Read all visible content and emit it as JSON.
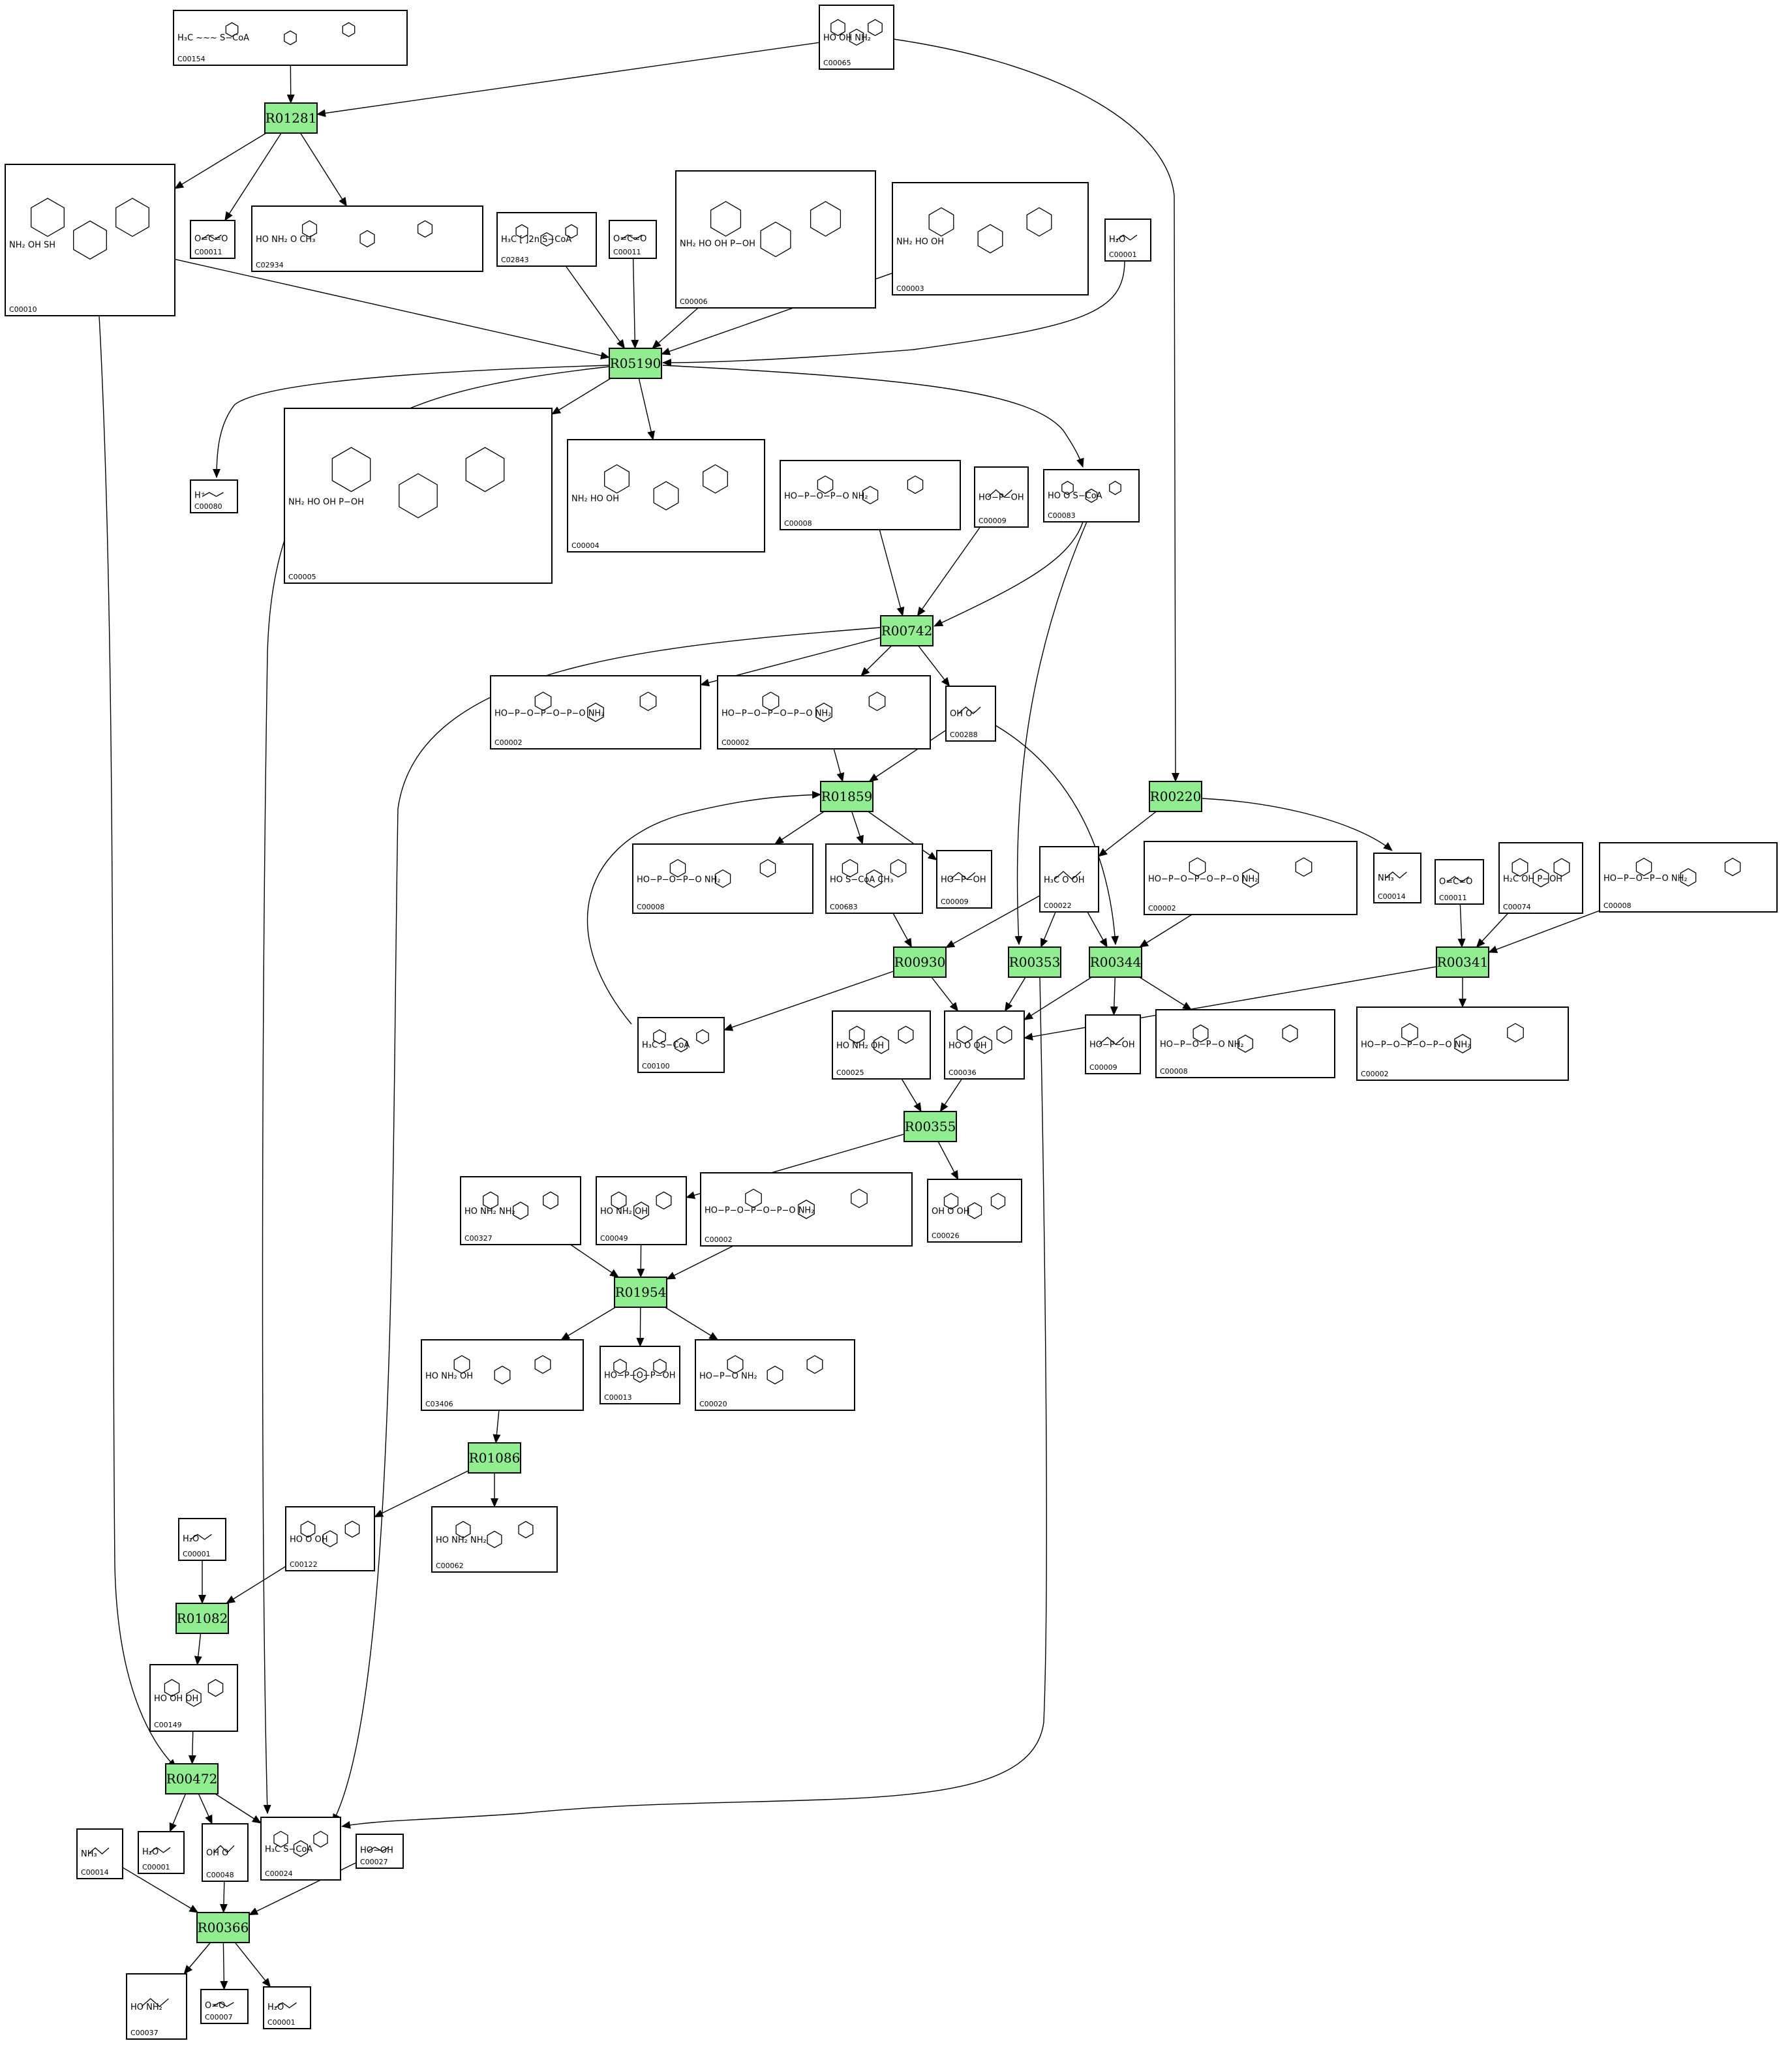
{
  "reactions": [
    {
      "id": "r01281",
      "label": "R01281"
    },
    {
      "id": "r05190",
      "label": "R05190"
    },
    {
      "id": "r00742",
      "label": "R00742"
    },
    {
      "id": "r01859",
      "label": "R01859"
    },
    {
      "id": "r00220",
      "label": "R00220"
    },
    {
      "id": "r00930",
      "label": "R00930"
    },
    {
      "id": "r00353",
      "label": "R00353"
    },
    {
      "id": "r00344",
      "label": "R00344"
    },
    {
      "id": "r00341",
      "label": "R00341"
    },
    {
      "id": "r00355",
      "label": "R00355"
    },
    {
      "id": "r01954",
      "label": "R01954"
    },
    {
      "id": "r01086",
      "label": "R01086"
    },
    {
      "id": "r01082",
      "label": "R01082"
    },
    {
      "id": "r00472",
      "label": "R00472"
    },
    {
      "id": "r00366",
      "label": "R00366"
    }
  ],
  "compounds": [
    {
      "id": "c00154",
      "label": "C00154",
      "text": "H₃C ~~~ S−CoA"
    },
    {
      "id": "c00065",
      "label": "C00065",
      "text": "HO  OH  NH₂"
    },
    {
      "id": "c00010",
      "label": "C00010",
      "text": "NH₂  OH  SH"
    },
    {
      "id": "c00011a",
      "label": "C00011",
      "text": "O=C=O"
    },
    {
      "id": "c02934",
      "label": "C02934",
      "text": "HO  NH₂  O  CH₃"
    },
    {
      "id": "c02843",
      "label": "C02843",
      "text": "H₃C [ ]2n S−CoA"
    },
    {
      "id": "c00011b",
      "label": "C00011",
      "text": "O=C=O"
    },
    {
      "id": "c00006",
      "label": "C00006",
      "text": "NH₂  HO  OH  P−OH"
    },
    {
      "id": "c00003a",
      "label": "C00003",
      "text": "NH₂  HO  OH"
    },
    {
      "id": "c00001a",
      "label": "C00001",
      "text": "H₂O"
    },
    {
      "id": "c00080",
      "label": "C00080",
      "text": "H⁺"
    },
    {
      "id": "c00005",
      "label": "C00005",
      "text": "NH₂  HO  OH  P−OH"
    },
    {
      "id": "c00004",
      "label": "C00004",
      "text": "NH₂  HO  OH"
    },
    {
      "id": "c00008a",
      "label": "C00008",
      "text": "HO−P−O−P−O  NH₂"
    },
    {
      "id": "c00009a",
      "label": "C00009",
      "text": "HO−P−OH"
    },
    {
      "id": "c00083",
      "label": "C00083",
      "text": "HO  O  S−CoA"
    },
    {
      "id": "c00002a",
      "label": "C00002",
      "text": "HO−P−O−P−O−P−O  NH₂"
    },
    {
      "id": "c00002b",
      "label": "C00002",
      "text": "HO−P−O−P−O−P−O  NH₂"
    },
    {
      "id": "c00288",
      "label": "C00288",
      "text": "OH  O⁻"
    },
    {
      "id": "c00008b",
      "label": "C00008",
      "text": "HO−P−O−P−O  NH₂"
    },
    {
      "id": "c00683",
      "label": "C00683",
      "text": "HO  S−CoA  CH₃"
    },
    {
      "id": "c00009b",
      "label": "C00009",
      "text": "HO−P−OH"
    },
    {
      "id": "c00022",
      "label": "C00022",
      "text": "H₃C  O  OH"
    },
    {
      "id": "c00002c",
      "label": "C00002",
      "text": "HO−P−O−P−O−P−O  NH₂"
    },
    {
      "id": "c00014a",
      "label": "C00014",
      "text": "NH₃"
    },
    {
      "id": "c00011c",
      "label": "C00011",
      "text": "O=C=O"
    },
    {
      "id": "c00074",
      "label": "C00074",
      "text": "H₂C  OH  P−OH"
    },
    {
      "id": "c00008c",
      "label": "C00008",
      "text": "HO−P−O−P−O  NH₂"
    },
    {
      "id": "c00100",
      "label": "C00100",
      "text": "H₃C  S−CoA"
    },
    {
      "id": "c00025",
      "label": "C00025",
      "text": "HO  NH₂  OH"
    },
    {
      "id": "c00036",
      "label": "C00036",
      "text": "HO  O  OH"
    },
    {
      "id": "c00009c",
      "label": "C00009",
      "text": "HO−P−OH"
    },
    {
      "id": "c00008d",
      "label": "C00008",
      "text": "HO−P−O−P−O  NH₂"
    },
    {
      "id": "c00002d",
      "label": "C00002",
      "text": "HO−P−O−P−O−P−O  NH₂"
    },
    {
      "id": "c00327",
      "label": "C00327",
      "text": "HO  NH₂  NH₂"
    },
    {
      "id": "c00049",
      "label": "C00049",
      "text": "HO  NH₂  OH"
    },
    {
      "id": "c00002e",
      "label": "C00002",
      "text": "HO−P−O−P−O−P−O  NH₂"
    },
    {
      "id": "c00026",
      "label": "C00026",
      "text": "OH  O  OH"
    },
    {
      "id": "c03406",
      "label": "C03406",
      "text": "HO  NH₂  OH"
    },
    {
      "id": "c00013",
      "label": "C00013",
      "text": "HO−P−O−P−OH"
    },
    {
      "id": "c00020",
      "label": "C00020",
      "text": "HO−P−O  NH₂"
    },
    {
      "id": "c00001b",
      "label": "C00001",
      "text": "H₂O"
    },
    {
      "id": "c00122",
      "label": "C00122",
      "text": "HO  O  OH"
    },
    {
      "id": "c00062",
      "label": "C00062",
      "text": "HO  NH₂  NH₂"
    },
    {
      "id": "c00149",
      "label": "C00149",
      "text": "HO  OH  OH"
    },
    {
      "id": "c00014b",
      "label": "C00014",
      "text": "NH₃"
    },
    {
      "id": "c00001c",
      "label": "C00001",
      "text": "H₂O"
    },
    {
      "id": "c00048",
      "label": "C00048",
      "text": "OH  O"
    },
    {
      "id": "c00024",
      "label": "C00024",
      "text": "H₃C  S−CoA"
    },
    {
      "id": "c00027",
      "label": "C00027",
      "text": "HO−OH"
    },
    {
      "id": "c00037",
      "label": "C00037",
      "text": "HO  NH₂"
    },
    {
      "id": "c00007",
      "label": "C00007",
      "text": "O=O"
    },
    {
      "id": "c00001d",
      "label": "C00001",
      "text": "H₂O"
    }
  ],
  "edges": [
    [
      "c00154",
      "r01281"
    ],
    [
      "c00065",
      "r01281"
    ],
    [
      "r01281",
      "c00010"
    ],
    [
      "r01281",
      "c00011a"
    ],
    [
      "r01281",
      "c02934"
    ],
    [
      "c00010",
      "r05190"
    ],
    [
      "c02843",
      "r05190"
    ],
    [
      "c00011b",
      "r05190"
    ],
    [
      "c00006",
      "r05190"
    ],
    [
      "c00003a",
      "r05190"
    ],
    [
      "c00001a",
      "r05190"
    ],
    [
      "r05190",
      "c00080"
    ],
    [
      "r05190",
      "c00005"
    ],
    [
      "r05190",
      "c00004"
    ],
    [
      "r05190",
      "c00083"
    ],
    [
      "r05190",
      "c00024"
    ],
    [
      "c00065",
      "r00220"
    ],
    [
      "c00008a",
      "r00742"
    ],
    [
      "c00009a",
      "r00742"
    ],
    [
      "c00083",
      "r00742"
    ],
    [
      "r00742",
      "c00002a"
    ],
    [
      "r00742",
      "c00002b"
    ],
    [
      "r00742",
      "c00288"
    ],
    [
      "r00742",
      "c00024"
    ],
    [
      "c00002b",
      "r01859"
    ],
    [
      "c00288",
      "r01859"
    ],
    [
      "c00100",
      "r01859"
    ],
    [
      "r01859",
      "c00008b"
    ],
    [
      "r01859",
      "c00683"
    ],
    [
      "r01859",
      "c00009b"
    ],
    [
      "r00220",
      "c00022"
    ],
    [
      "r00220",
      "c00014a"
    ],
    [
      "c00683",
      "r00930"
    ],
    [
      "c00022",
      "r00930"
    ],
    [
      "r00930",
      "c00036"
    ],
    [
      "r00930",
      "c00100"
    ],
    [
      "c00083",
      "r00353"
    ],
    [
      "c00022",
      "r00353"
    ],
    [
      "r00353",
      "c00036"
    ],
    [
      "r00353",
      "c00024"
    ],
    [
      "c00288",
      "r00344"
    ],
    [
      "c00022",
      "r00344"
    ],
    [
      "c00002c",
      "r00344"
    ],
    [
      "r00344",
      "c00036"
    ],
    [
      "r00344",
      "c00009c"
    ],
    [
      "r00344",
      "c00008d"
    ],
    [
      "c00011c",
      "r00341"
    ],
    [
      "c00074",
      "r00341"
    ],
    [
      "c00008c",
      "r00341"
    ],
    [
      "r00341",
      "c00036"
    ],
    [
      "r00341",
      "c00002d"
    ],
    [
      "c00025",
      "r00355"
    ],
    [
      "c00036",
      "r00355"
    ],
    [
      "r00355",
      "c00049"
    ],
    [
      "r00355",
      "c00026"
    ],
    [
      "c00327",
      "r01954"
    ],
    [
      "c00049",
      "r01954"
    ],
    [
      "c00002e",
      "r01954"
    ],
    [
      "r01954",
      "c03406"
    ],
    [
      "r01954",
      "c00013"
    ],
    [
      "r01954",
      "c00020"
    ],
    [
      "c03406",
      "r01086"
    ],
    [
      "r01086",
      "c00122"
    ],
    [
      "r01086",
      "c00062"
    ],
    [
      "c00001b",
      "r01082"
    ],
    [
      "c00122",
      "r01082"
    ],
    [
      "r01082",
      "c00149"
    ],
    [
      "c00149",
      "r00472"
    ],
    [
      "c00010",
      "r00472"
    ],
    [
      "r00472",
      "c00001c"
    ],
    [
      "r00472",
      "c00048"
    ],
    [
      "r00472",
      "c00024"
    ],
    [
      "c00014b",
      "r00366"
    ],
    [
      "c00048",
      "r00366"
    ],
    [
      "c00027",
      "r00366"
    ],
    [
      "r00366",
      "c00037"
    ],
    [
      "r00366",
      "c00007"
    ],
    [
      "r00366",
      "c00001d"
    ]
  ]
}
